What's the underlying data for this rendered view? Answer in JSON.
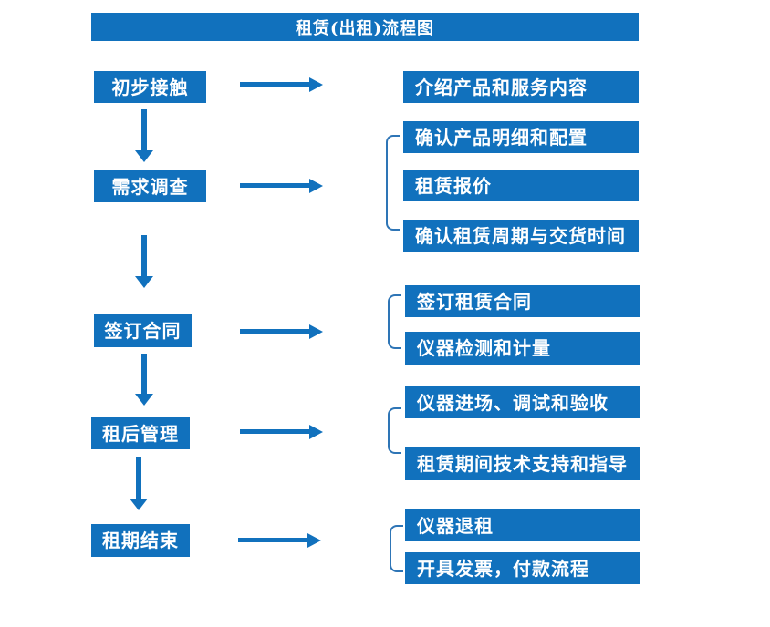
{
  "title": "租赁(出租)流程图",
  "colors": {
    "primary": "#1171BD",
    "bracket": "#2E75B6",
    "text": "#FFFFFF",
    "background": "#FFFFFF"
  },
  "steps": [
    {
      "label": "初步接触",
      "items": [
        "介绍产品和服务内容"
      ]
    },
    {
      "label": "需求调查",
      "items": [
        "确认产品明细和配置",
        "租赁报价",
        "确认租赁周期与交货时间"
      ]
    },
    {
      "label": "签订合同",
      "items": [
        "签订租赁合同",
        "仪器检测和计量"
      ]
    },
    {
      "label": "租后管理",
      "items": [
        "仪器进场、调试和验收",
        "租赁期间技术支持和指导"
      ]
    },
    {
      "label": "租期结束",
      "items": [
        "仪器退租",
        "开具发票，付款流程"
      ]
    }
  ]
}
